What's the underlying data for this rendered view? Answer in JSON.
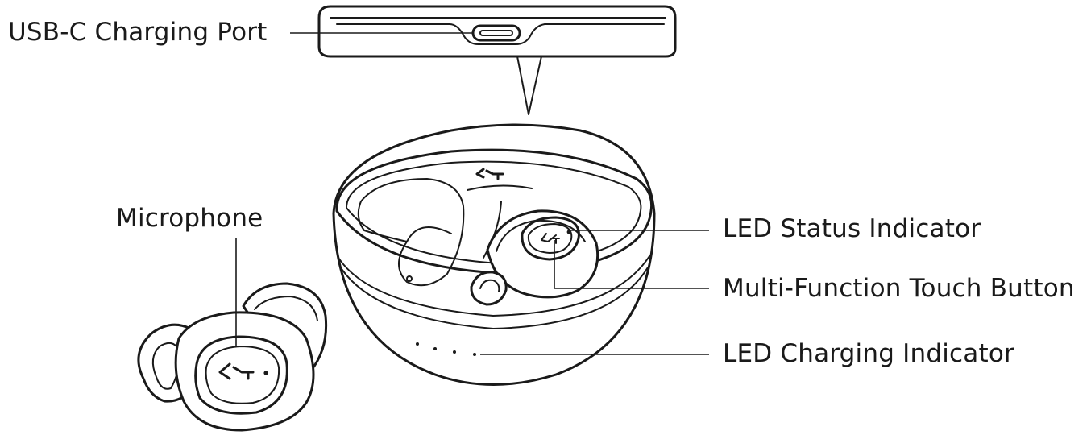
{
  "labels": {
    "usb_port": "USB-C Charging Port",
    "microphone": "Microphone",
    "led_status": "LED Status Indicator",
    "touch_button": "Multi-Function Touch Button",
    "led_charging": "LED Charging Indicator"
  },
  "ui_colors": {
    "ink": "#1a1a1a",
    "background": "#ffffff"
  },
  "icons": [
    "usb-c-port-icon",
    "brand-logo-icon"
  ]
}
